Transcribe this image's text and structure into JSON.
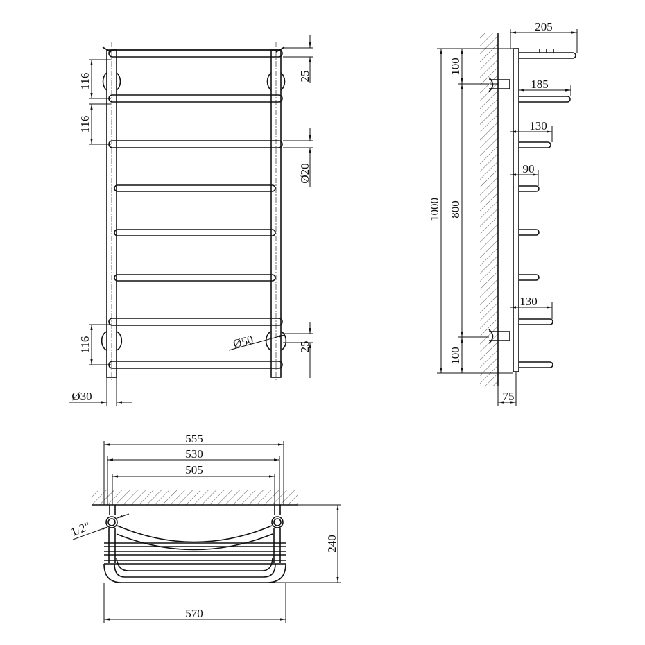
{
  "front_view": {
    "dim_spacing_top_1": "116",
    "dim_spacing_top_2": "116",
    "dim_spacing_bottom": "116",
    "dim_top_offset": "25",
    "dim_bottom_offset": "25",
    "dim_bar_diameter": "Ø20",
    "dim_flange_diameter": "Ø50",
    "dim_rail_diameter": "Ø30"
  },
  "side_view": {
    "dim_depth_total": "205",
    "dim_depth_2": "185",
    "dim_depth_3": "130",
    "dim_depth_4": "90",
    "dim_depth_5": "130",
    "dim_top_to_inlet": "100",
    "dim_outlet_to_bottom": "100",
    "dim_height_total": "1000",
    "dim_center_distance": "800",
    "dim_wall_offset": "75"
  },
  "top_view": {
    "dim_width_1": "555",
    "dim_width_2": "530",
    "dim_width_3": "505",
    "dim_thread": "1/2\"",
    "dim_depth": "240",
    "dim_width_total": "570"
  }
}
